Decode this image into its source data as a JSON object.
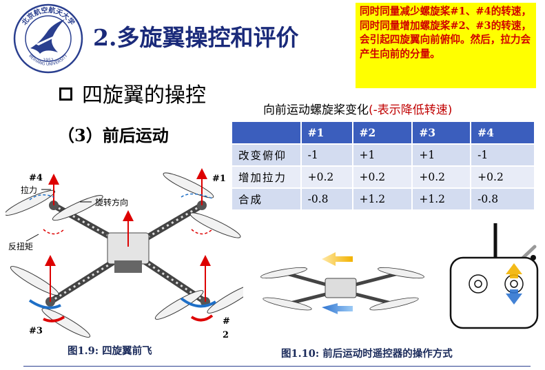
{
  "slide": {
    "title": "2.多旋翼操控和评价",
    "callout": "同时同量减少螺旋桨#1、#4的转速，同时同量增加螺旋桨#2、#3的转速，会引起四旋翼向前俯仰。然后，拉力会产生向前的分量。",
    "section": "四旋翼的操控",
    "subsection": "（3）前后运动",
    "logo_text": "北京航空航天大学",
    "logo_sub": "BEIHANG UNIVERSITY",
    "logo_year": "1952"
  },
  "table": {
    "title_main": "向前运动螺旋桨变化",
    "title_note": "(-表示降低转速)",
    "headers": [
      "",
      "#1",
      "#2",
      "#3",
      "#4"
    ],
    "rows": [
      {
        "label": "改变俯仰",
        "values": [
          "-1",
          "+1",
          "+1",
          "-1"
        ]
      },
      {
        "label": "增加拉力",
        "values": [
          "+0.2",
          "+0.2",
          "+0.2",
          "+0.2"
        ]
      },
      {
        "label": "合成",
        "values": [
          "-0.8",
          "+1.2",
          "+1.2",
          "-0.8"
        ]
      }
    ]
  },
  "figure1": {
    "caption": "图1.9: 四旋翼前飞",
    "labels": {
      "m4": "#4",
      "m1": "#1",
      "m3": "#3",
      "m2_top": "#",
      "m2_bottom": "2",
      "thrust": "拉力",
      "rotation": "旋转方向",
      "reaction": "反扭矩"
    }
  },
  "figure2": {
    "caption": "图1.10: 前后运动时遥控器的操作方式"
  },
  "colors": {
    "title": "#1a2a7a",
    "callout_bg": "#ffff00",
    "callout_text": "#d00000",
    "table_header": "#3b5ebd",
    "table_row": "#d3dcf0"
  }
}
